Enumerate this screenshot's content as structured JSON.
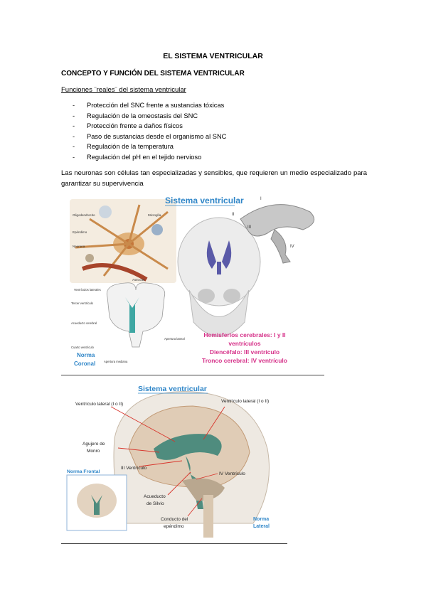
{
  "title": "EL SISTEMA VENTRICULAR",
  "heading": "CONCEPTO Y FUNCIÓN DEL SISTEMA VENTRICULAR",
  "subheading": "Funciones ¨reales¨ del sistema ventricular",
  "functions": [
    "Protección del SNC frente a sustancias tóxicas",
    "Regulación de la omeostasis del SNC",
    "Protección frente a daños físicos",
    "Paso de sustancias desde el organismo al SNC",
    "Regulación de la temperatura",
    "Regulación del pH en el tejido nervioso"
  ],
  "paragraph": "Las neuronas son células tan especializadas y sensibles, que requieren un medio especializado para garantizar su supervivencia",
  "figure1": {
    "title": "Sistema ventricular",
    "cell_labels": [
      "Oligodendrocito",
      "Microglía",
      "Epéndimo",
      "Neurona",
      "Astrocito"
    ],
    "coronal_labels": [
      "Ventrículos laterales",
      "Tercer ventrículo",
      "Acueducto cerebral",
      "Cuarto ventrículo",
      "Apertura lateral",
      "Apertura mediana"
    ],
    "norma": "Norma",
    "coronal": "Coronal",
    "roman": [
      "I",
      "II",
      "III",
      "IV"
    ],
    "captions": [
      "Hemisferios cerebrales: I y II",
      "ventrículos",
      "Diencéfalo: III ventrículo",
      "Tronco cerebral: IV ventrículo"
    ]
  },
  "figure2": {
    "title": "Sistema ventricular",
    "labels": {
      "vl_left": "Ventrículo lateral (I o II)",
      "vl_right": "Ventrículo lateral (I o II)",
      "agujero": "Agujero de",
      "monro": "Monro",
      "iii": "III Ventrículo",
      "iv": "IV Ventrículo",
      "acueducto": "Acueducto",
      "silvio": "de Silvio",
      "conducto": "Conducto del",
      "ependimo": "epéndimo",
      "norma_frontal": "Norma Frontal",
      "norma": "Norma",
      "lateral": "Lateral"
    }
  },
  "colors": {
    "blue_title": "#2f86c8",
    "pink_caption": "#d6338a",
    "ventricle_teal": "#3fa7a3",
    "ventricle_purple": "#5a5aa8",
    "leader_red": "#d8342b"
  }
}
